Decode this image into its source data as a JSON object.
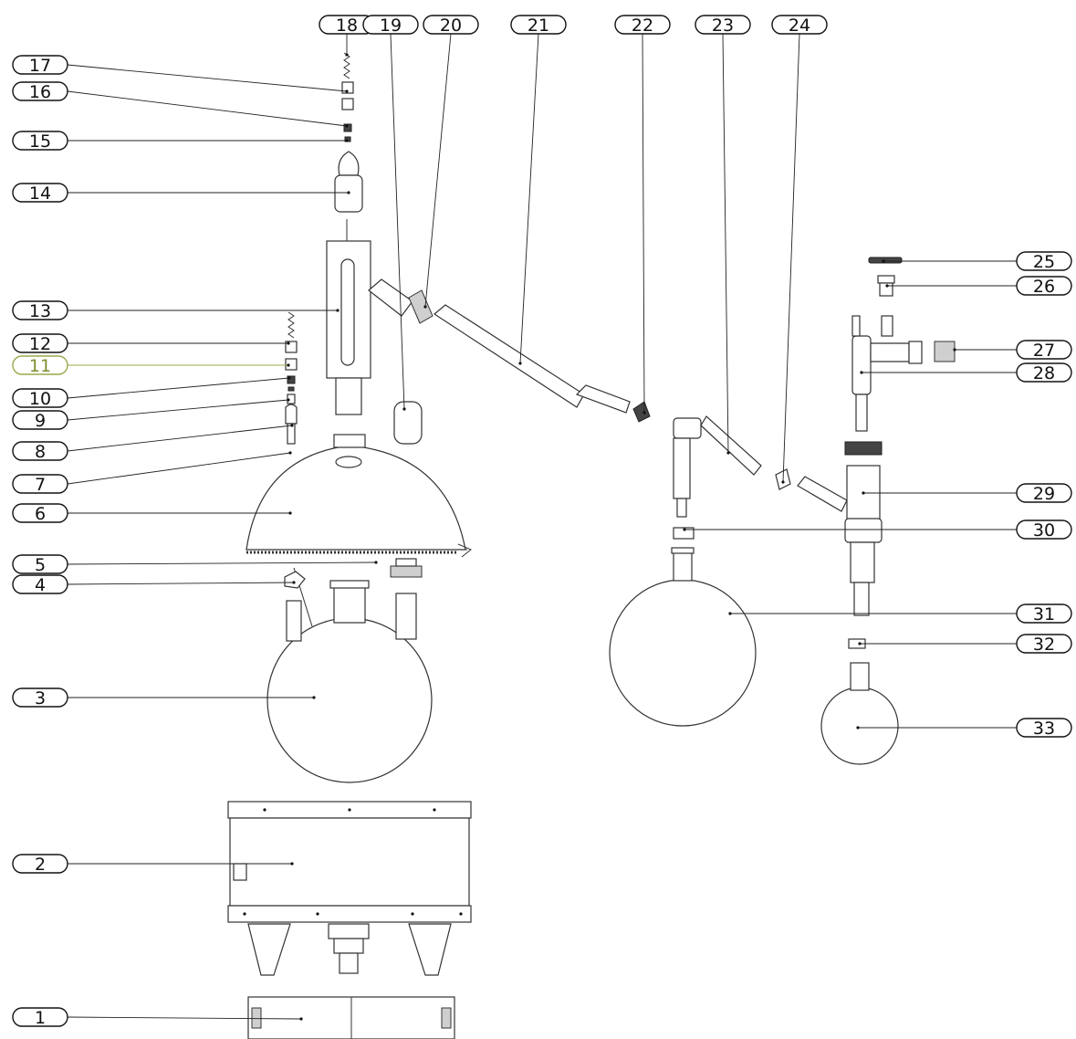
{
  "callouts": [
    {
      "id": "1",
      "text": "1"
    },
    {
      "id": "2",
      "text": "2"
    },
    {
      "id": "3",
      "text": "3"
    },
    {
      "id": "4",
      "text": "4"
    },
    {
      "id": "5",
      "text": "5"
    },
    {
      "id": "6",
      "text": "6"
    },
    {
      "id": "7",
      "text": "7"
    },
    {
      "id": "8",
      "text": "8"
    },
    {
      "id": "9",
      "text": "9"
    },
    {
      "id": "10",
      "text": "10"
    },
    {
      "id": "11",
      "text": "11",
      "highlighted": true
    },
    {
      "id": "12",
      "text": "12"
    },
    {
      "id": "13",
      "text": "13"
    },
    {
      "id": "14",
      "text": "14"
    },
    {
      "id": "15",
      "text": "15"
    },
    {
      "id": "16",
      "text": "16"
    },
    {
      "id": "17",
      "text": "17"
    },
    {
      "id": "18",
      "text": "18"
    },
    {
      "id": "19",
      "text": "19"
    },
    {
      "id": "20",
      "text": "20"
    },
    {
      "id": "21",
      "text": "21"
    },
    {
      "id": "22",
      "text": "22"
    },
    {
      "id": "23",
      "text": "23"
    },
    {
      "id": "24",
      "text": "24"
    },
    {
      "id": "25",
      "text": "25"
    },
    {
      "id": "26",
      "text": "26"
    },
    {
      "id": "27",
      "text": "27"
    },
    {
      "id": "28",
      "text": "28"
    },
    {
      "id": "29",
      "text": "29"
    },
    {
      "id": "30",
      "text": "30"
    },
    {
      "id": "31",
      "text": "31"
    },
    {
      "id": "32",
      "text": "32"
    },
    {
      "id": "33",
      "text": "33"
    }
  ],
  "colors": {
    "line": "#111111",
    "highlight": "#9aa84a"
  }
}
